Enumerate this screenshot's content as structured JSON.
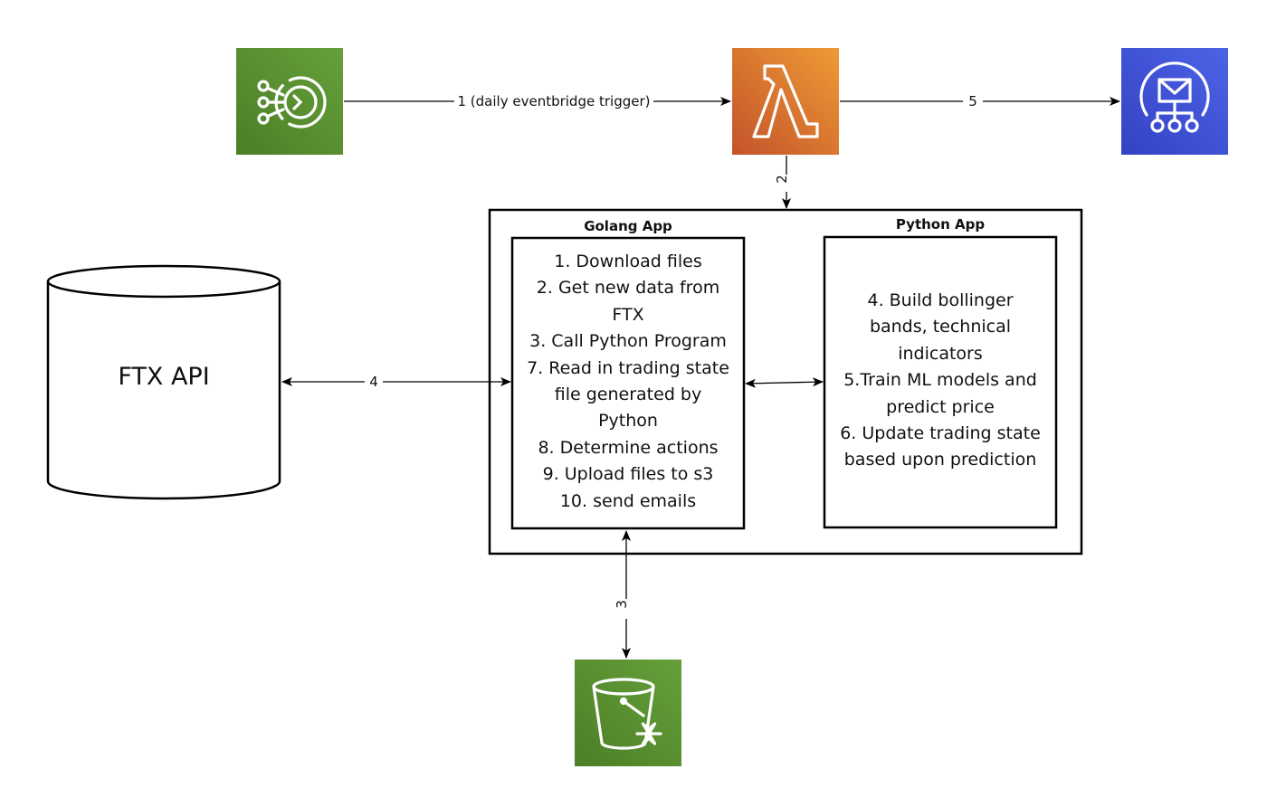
{
  "nodes": {
    "eventbridge": {
      "icon": "eventbridge-icon",
      "color": "#5a8e2e"
    },
    "lambda": {
      "icon": "lambda-icon",
      "color_top": "#e99534",
      "color_bottom": "#c8582a"
    },
    "sns": {
      "icon": "sns-email-icon",
      "color": "#3f51d6"
    },
    "s3_glacier": {
      "icon": "s3-glacier-bucket-icon",
      "color": "#5a8e2e"
    },
    "ftx_api": {
      "label": "FTX API"
    }
  },
  "edges": {
    "e1": "1 (daily eventbridge trigger)",
    "e2": "2",
    "e3": "3",
    "e4": "4",
    "e5": "5"
  },
  "container": {
    "golang": {
      "title": "Golang App",
      "steps": [
        "1. Download files",
        "2. Get new data from",
        "FTX",
        "3. Call Python Program",
        "7. Read in trading state",
        "file generated by",
        "Python",
        "8. Determine actions",
        "9. Upload files to s3",
        "10. send emails"
      ]
    },
    "python": {
      "title": "Python App",
      "steps": [
        "4. Build bollinger",
        "bands, technical",
        "indicators",
        "5.Train ML models and",
        "predict price",
        "6. Update trading state",
        "based upon prediction"
      ]
    }
  }
}
